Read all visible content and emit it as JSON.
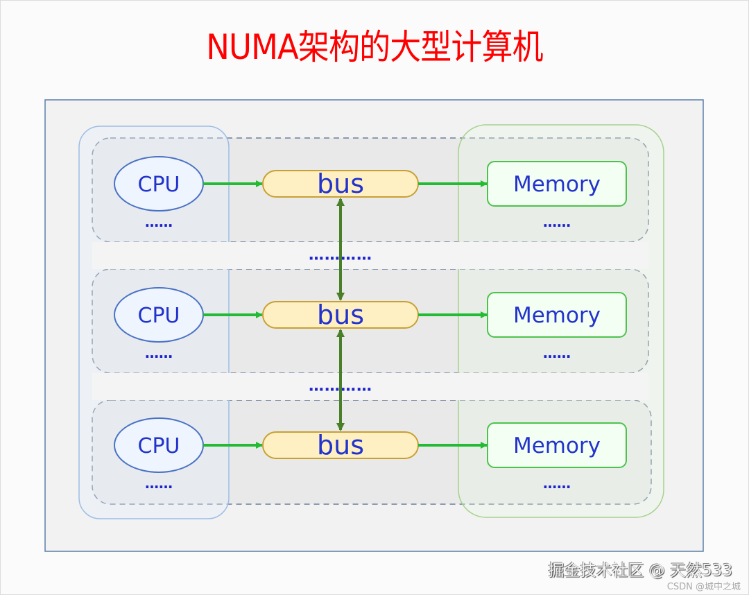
{
  "title": "NUMA架构的大型计算机",
  "nodes": [
    {
      "cpu_label": "CPU",
      "bus_label": "bus",
      "memory_label": "Memory",
      "cpu_ellipsis": "……",
      "memory_ellipsis": "……"
    },
    {
      "cpu_label": "CPU",
      "bus_label": "bus",
      "memory_label": "Memory",
      "cpu_ellipsis": "……",
      "memory_ellipsis": "……"
    },
    {
      "cpu_label": "CPU",
      "bus_label": "bus",
      "memory_label": "Memory",
      "cpu_ellipsis": "……",
      "memory_ellipsis": "……"
    }
  ],
  "between_ellipsis": [
    "…………",
    "…………"
  ],
  "watermark": "掘金技术社区 @ 天然533",
  "watermark_sub": "CSDN @城中之城",
  "colors": {
    "title": "#ff0000",
    "label_text": "#2233cc",
    "cpu_fill": "#eef5ff",
    "cpu_stroke": "#4a72c4",
    "bus_fill": "#fff0c4",
    "bus_stroke": "#c8a032",
    "memory_fill": "#f4fff4",
    "memory_stroke": "#4cc24c",
    "horizontal_arrow": "#22bb33",
    "vertical_arrow": "#4a7f2a",
    "dots": "#1a22cc"
  }
}
